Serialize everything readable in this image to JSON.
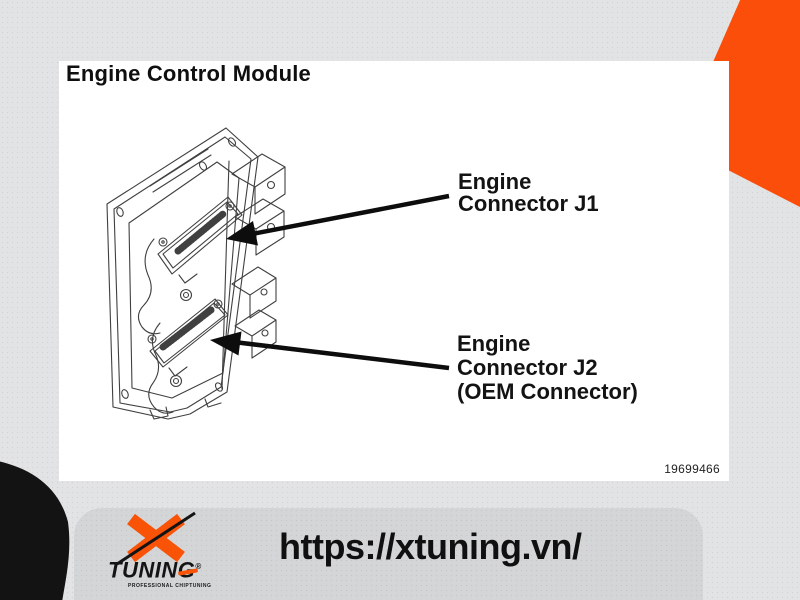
{
  "diagram": {
    "title": "Engine Control Module",
    "figure_number": "19699466",
    "subject": "engine-control-module-line-art",
    "callouts": [
      {
        "target": "connector-j1",
        "lines": [
          "Engine",
          "Connector J1"
        ]
      },
      {
        "target": "connector-j2",
        "lines": [
          "Engine",
          "Connector J2",
          "(OEM Connector)"
        ]
      }
    ]
  },
  "footer": {
    "brand": "TUNING",
    "reg_mark": "®",
    "tagline": "PROFESSIONAL CHIPTUNING",
    "url": "https://xtuning.vn/"
  },
  "colors": {
    "accent_orange": "#FA4E0A",
    "background_gray": "#E2E3E5",
    "footer_gray": "#D4D5D7",
    "shape_black": "#131313",
    "line_art": "#404040"
  }
}
